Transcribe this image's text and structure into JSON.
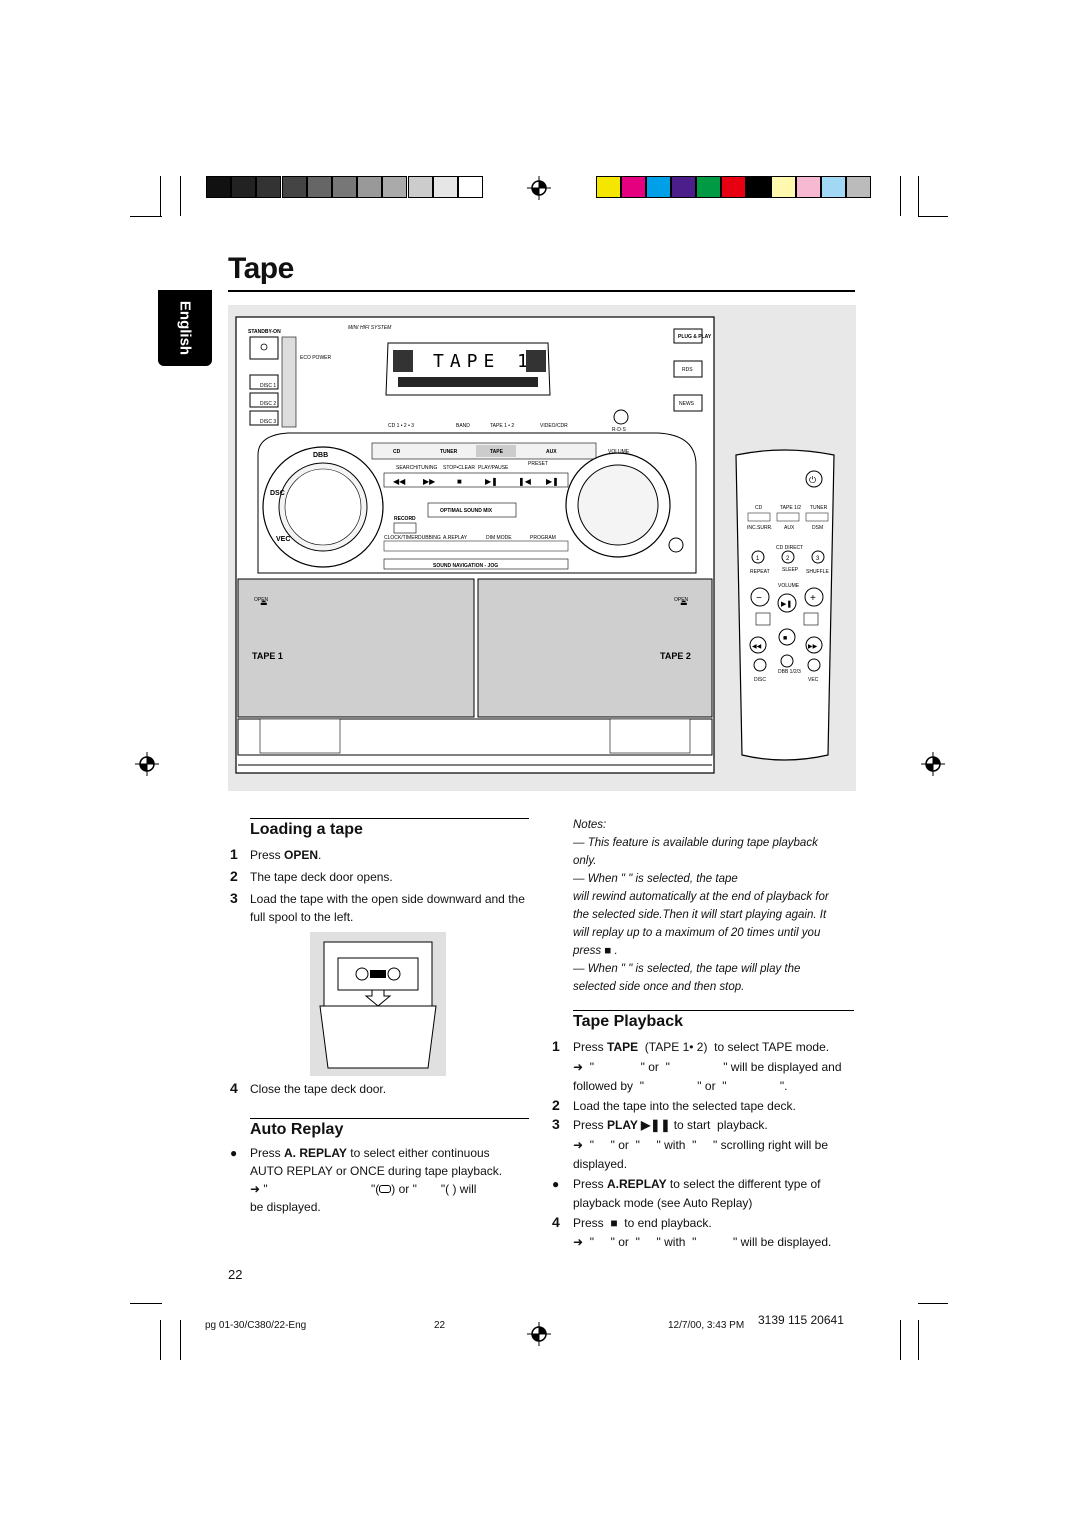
{
  "page_title": "Tape",
  "language_tab": "English",
  "device": {
    "brand_text": "MINI HIFI SYSTEM",
    "standby_label": "STANDBY-ON",
    "eco_power_label": "ECO POWER",
    "disc_buttons": [
      "DISC 1",
      "DISC 2",
      "DISC 3"
    ],
    "display_text": "TAPE 1",
    "source_row": [
      "CD 1 • 2 • 3",
      "BAND",
      "TAPE 1 • 2",
      "VIDEO/CDR"
    ],
    "source_buttons": [
      "CD",
      "TUNER",
      "TAPE",
      "AUX"
    ],
    "volume_label": "VOLUME",
    "transport_labels": [
      "SEARCH/TUNING",
      "STOP•CLEAR",
      "PLAY/PAUSE",
      "PRESET"
    ],
    "optimal_sound_mix": "OPTIMAL SOUND MIX",
    "record_label": "RECORD",
    "bottom_row_labels": [
      "CLOCK/TIMER",
      "DUBBING",
      "A.REPLAY",
      "DIM MODE",
      "PROGRAM"
    ],
    "sound_nav": "SOUND NAVIGATION - JOG",
    "knob_labels": [
      "DBB",
      "DSC",
      "VEC"
    ],
    "right_buttons": [
      "PLUG & PLAY",
      "RDS",
      "NEWS"
    ],
    "rds_logo": "R·D·S",
    "open_left": "OPEN",
    "open_right": "OPEN",
    "tape1": "TAPE 1",
    "tape2": "TAPE 2"
  },
  "remote": {
    "row1": [
      "CD",
      "TAPE 1/2",
      "TUNER"
    ],
    "row2": [
      "INC.SURR.",
      "AUX",
      "DSM"
    ],
    "cd_direct": "CD DIRECT",
    "numbers": [
      "1",
      "2",
      "3"
    ],
    "row3": [
      "REPEAT",
      "SLEEP",
      "SHUFFLE"
    ],
    "volume": "VOLUME",
    "bottom": [
      "DISC",
      "DBB 1/2/3",
      "VEC"
    ]
  },
  "loading": {
    "heading": "Loading a tape",
    "steps": [
      {
        "n": "1",
        "pre": "Press ",
        "bold": "OPEN",
        "post": "."
      },
      {
        "n": "2",
        "text": "The tape deck door opens."
      },
      {
        "n": "3",
        "text": "Load the tape with the open side downward and the full spool to the left."
      },
      {
        "n": "4",
        "text": "Close the tape deck door."
      }
    ]
  },
  "auto_replay": {
    "heading": "Auto Replay",
    "line1_pre": "Press ",
    "line1_bold": "A. REPLAY",
    "line1_post": " to select either continuous",
    "line2": "AUTO REPLAY or ONCE during tape playback.",
    "line3_arrow": "➜",
    "line3_a": "\"",
    "line3_b": "\"(",
    "line3_c": ") or  \"",
    "line3_d": "\"(   )  will",
    "line4": "be displayed."
  },
  "notes": {
    "heading": "Notes:",
    "lines": [
      "— This feature is available during tape playback",
      "only.",
      "— When \"                          \" is selected, the tape",
      "will rewind automatically at the end of playback for",
      "the selected side.Then it will start playing again. It",
      "will replay up to a maximum of 20 times until you",
      "press  ■ .",
      "— When \"           \" is selected, the tape will play the",
      "selected side once and then stop."
    ]
  },
  "playback": {
    "heading": "Tape Playback",
    "lines": [
      {
        "n": "1",
        "pre": "Press ",
        "bold": "TAPE",
        "post": "  (TAPE 1• 2)  to select TAPE mode."
      },
      {
        "n": "",
        "text": "➜  \"              \" or  \"                \" will be displayed and"
      },
      {
        "n": "",
        "text": "followed by  \"                \" or  \"                \"."
      },
      {
        "n": "2",
        "text": "Load the tape into the selected tape deck."
      },
      {
        "n": "3",
        "pre": "Press ",
        "bold": "PLAY ▶❚❚",
        "post": " to start  playback."
      },
      {
        "n": "",
        "text": "➜  \"     \" or  \"     \" with  \"     \" scrolling right will be"
      },
      {
        "n": "",
        "text": "displayed."
      },
      {
        "n": "●",
        "pre": "Press ",
        "bold": "A.REPLAY",
        "post": " to select the different type of"
      },
      {
        "n": "",
        "text": "playback mode (see Auto Replay)"
      },
      {
        "n": "4",
        "pre": "Press  ",
        "bold": "■",
        "post": "  to end playback."
      },
      {
        "n": "",
        "text": "➜  \"     \" or  \"     \" with  \"           \" will be displayed."
      }
    ]
  },
  "page_number": "22",
  "footer": {
    "left": "pg  01-30/C380/22-Eng",
    "center": "22",
    "right": "12/7/00, 3:43 PM",
    "code": "3139 115 20641"
  },
  "colors": {
    "grays": [
      "#111111",
      "#222222",
      "#333333",
      "#444444",
      "#666666",
      "#777777",
      "#999999",
      "#aaaaaa",
      "#cccccc",
      "#e6e6e6",
      "#ffffff"
    ],
    "colorbar": [
      "#f5e600",
      "#e4007f",
      "#00a0e9",
      "#4b1e8c",
      "#009944",
      "#e60012",
      "#000000",
      "#fff9b0",
      "#f7b8d2",
      "#a3d8f5",
      "#bbbbbb"
    ]
  }
}
